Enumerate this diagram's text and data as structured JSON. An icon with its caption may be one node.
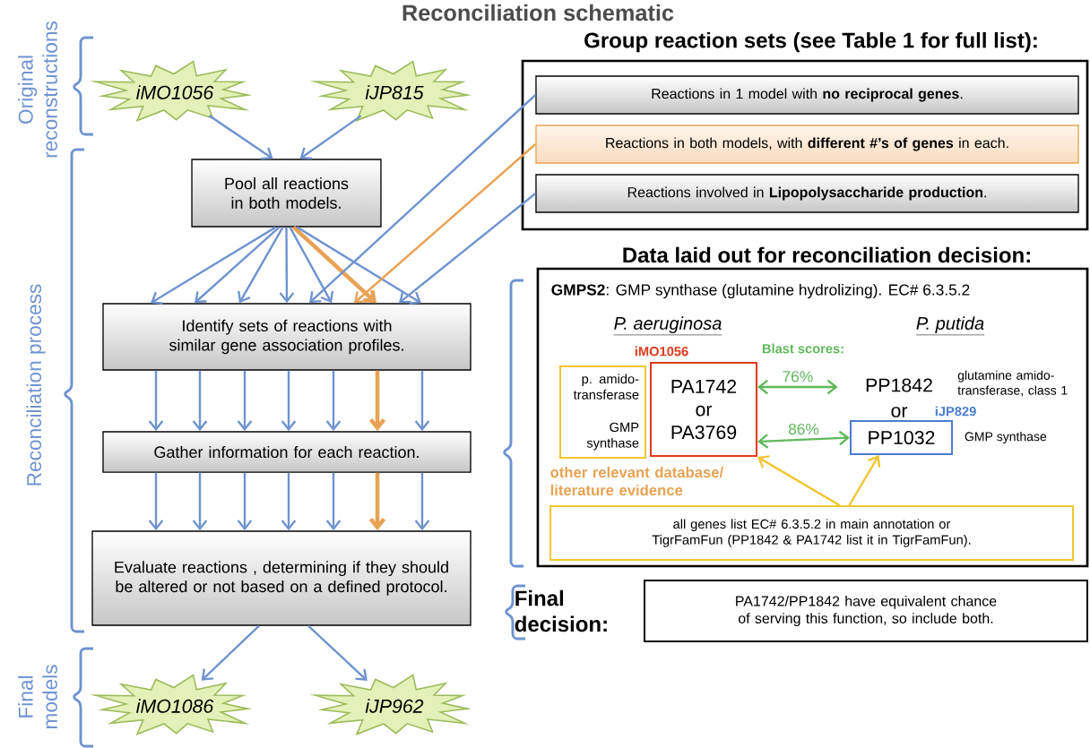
{
  "diagram": {
    "title": "Reconciliation schematic",
    "nodes": [
      {
        "text": [
          "iMO1056"
        ]
      },
      {
        "text": [
          "iJP815"
        ]
      },
      {
        "text": [
          "Pool all reactions in both models."
        ]
      },
      {
        "text": [
          "Identify sets of reactions with similar gene association profiles."
        ]
      },
      {
        "text": [
          "Gather information for each reaction."
        ]
      },
      {
        "text": [
          "Evaluate reactions , determining if they should be altered or not based on a defined protocol."
        ]
      },
      {
        "text": [
          "iMO1086"
        ]
      },
      {
        "text": [
          "iJP962"
        ]
      },
      {
        "text": [
          "Group reaction sets (see Table 1 for full list):"
        ]
      },
      {
        "text": [
          "Reactions in 1 model with **no reciprocal genes**."
        ],
        "in": 8
      },
      {
        "text": [
          "Reactions in both models, with **different #’s of genes** in each."
        ],
        "in": 8
      },
      {
        "text": [
          "Reactions involved in **Lipopolysaccharide production**."
        ],
        "in": 8
      },
      {
        "text": [
          "Data laid out for reconciliation decision:",
          "**GMPS2**: GMP synthase (glutamine hydrolizing).  EC# 6.3.5.2"
        ]
      },
      {
        "text": [
          "p. amido- transferase",
          "GMP synthase"
        ],
        "in": 12
      },
      {
        "text": [
          "PA1742 or PA3769"
        ],
        "in": 12,
        "beside": [
          "iMO1056"
        ]
      },
      {
        "text": [
          "PP1842"
        ],
        "in": 12,
        "beside": [
          "glutamine amido- transferase, class 1"
        ]
      },
      {
        "text": [
          "PP1032"
        ],
        "in": 12,
        "beside": [
          "iJP829",
          "GMP synthase"
        ]
      },
      {
        "text": [
          "all genes list EC# 6.3.5.2 in main annotation or TigrFamFun (PP1842 & PA1742 list it in TigrFamFun)."
        ],
        "in": 12
      },
      {
        "text": [
          "PA1742/PP1842 have equivalent chance of serving this function, so include both."
        ],
        "beside": [
          "Final decision:"
        ]
      }
    ],
    "edges": [
      {
        "from": 0,
        "to": 2,
        "arrow": "to"
      },
      {
        "from": 1,
        "to": 2,
        "arrow": "to"
      },
      {
        "from": 2,
        "to": 3,
        "arrow": "to"
      },
      {
        "from": 2,
        "to": 3,
        "arrow": "to"
      },
      {
        "from": 2,
        "to": 3,
        "arrow": "to"
      },
      {
        "from": 2,
        "to": 3,
        "arrow": "to"
      },
      {
        "from": 2,
        "to": 3,
        "arrow": "to"
      },
      {
        "from": 2,
        "to": 3,
        "arrow": "to",
        "style": "thick",
        "color": "#e8a253"
      },
      {
        "from": 2,
        "to": 3,
        "arrow": "to"
      },
      {
        "from": 9,
        "to": 3,
        "arrow": "to"
      },
      {
        "from": 10,
        "to": 3,
        "arrow": "to",
        "color": "#e8a253"
      },
      {
        "from": 11,
        "to": 3,
        "arrow": "to"
      },
      {
        "from": 3,
        "to": 4,
        "arrow": "to"
      },
      {
        "from": 3,
        "to": 4,
        "arrow": "to"
      },
      {
        "from": 3,
        "to": 4,
        "arrow": "to"
      },
      {
        "from": 3,
        "to": 4,
        "arrow": "to"
      },
      {
        "from": 3,
        "to": 4,
        "arrow": "to"
      },
      {
        "from": 3,
        "to": 4,
        "arrow": "to",
        "style": "thick",
        "color": "#e8a253"
      },
      {
        "from": 3,
        "to": 4,
        "arrow": "to"
      },
      {
        "from": 4,
        "to": 5,
        "arrow": "to"
      },
      {
        "from": 4,
        "to": 5,
        "arrow": "to"
      },
      {
        "from": 4,
        "to": 5,
        "arrow": "to"
      },
      {
        "from": 4,
        "to": 5,
        "arrow": "to"
      },
      {
        "from": 4,
        "to": 5,
        "arrow": "to"
      },
      {
        "from": 4,
        "to": 5,
        "arrow": "to",
        "style": "thick",
        "color": "#e8a253"
      },
      {
        "from": 4,
        "to": 5,
        "arrow": "to"
      },
      {
        "from": 5,
        "to": 6,
        "arrow": "to"
      },
      {
        "from": 5,
        "to": 7,
        "arrow": "to"
      },
      {
        "from": 14,
        "to": 15,
        "arrow": "both",
        "label": "76%",
        "color": "#5fb85a"
      },
      {
        "from": 14,
        "to": 16,
        "arrow": "both",
        "label": "86%",
        "color": "#5fb85a"
      },
      {
        "from": 17,
        "to": 14,
        "arrow": "to",
        "color": "#f2c530"
      },
      {
        "from": 17,
        "to": 16,
        "arrow": "to",
        "color": "#f2c530"
      }
    ],
    "labels": [
      "Original reconstructions",
      "Reconciliation process",
      "Final models",
      "P. aeruginosa",
      "P. putida",
      "Blast scores:",
      "or",
      "other relevant database/ literature evidence"
    ]
  }
}
